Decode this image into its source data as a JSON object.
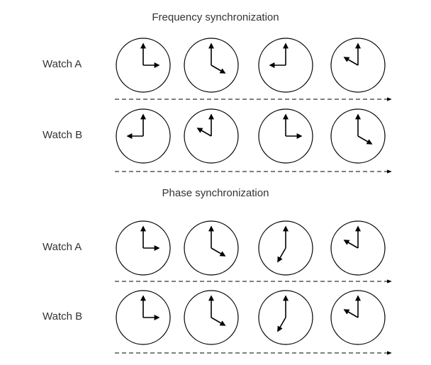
{
  "sections": [
    {
      "title": "Frequency synchronization",
      "rows": [
        {
          "label": "Watch A",
          "clocks": [
            {
              "hour": 3,
              "minute": 0
            },
            {
              "hour": 4,
              "minute": 0
            },
            {
              "hour": 9,
              "minute": 0
            },
            {
              "hour": 10,
              "minute": 0
            }
          ]
        },
        {
          "label": "Watch B",
          "clocks": [
            {
              "hour": 9,
              "minute": 0
            },
            {
              "hour": 10,
              "minute": 0
            },
            {
              "hour": 3,
              "minute": 0
            },
            {
              "hour": 4,
              "minute": 0
            }
          ]
        }
      ]
    },
    {
      "title": "Phase synchronization",
      "rows": [
        {
          "label": "Watch A",
          "clocks": [
            {
              "hour": 3,
              "minute": 0
            },
            {
              "hour": 4,
              "minute": 0
            },
            {
              "hour": 7,
              "minute": 0
            },
            {
              "hour": 10,
              "minute": 0
            }
          ]
        },
        {
          "label": "Watch B",
          "clocks": [
            {
              "hour": 3,
              "minute": 0
            },
            {
              "hour": 4,
              "minute": 0
            },
            {
              "hour": 7,
              "minute": 0
            },
            {
              "hour": 10,
              "minute": 0
            }
          ]
        }
      ]
    }
  ]
}
